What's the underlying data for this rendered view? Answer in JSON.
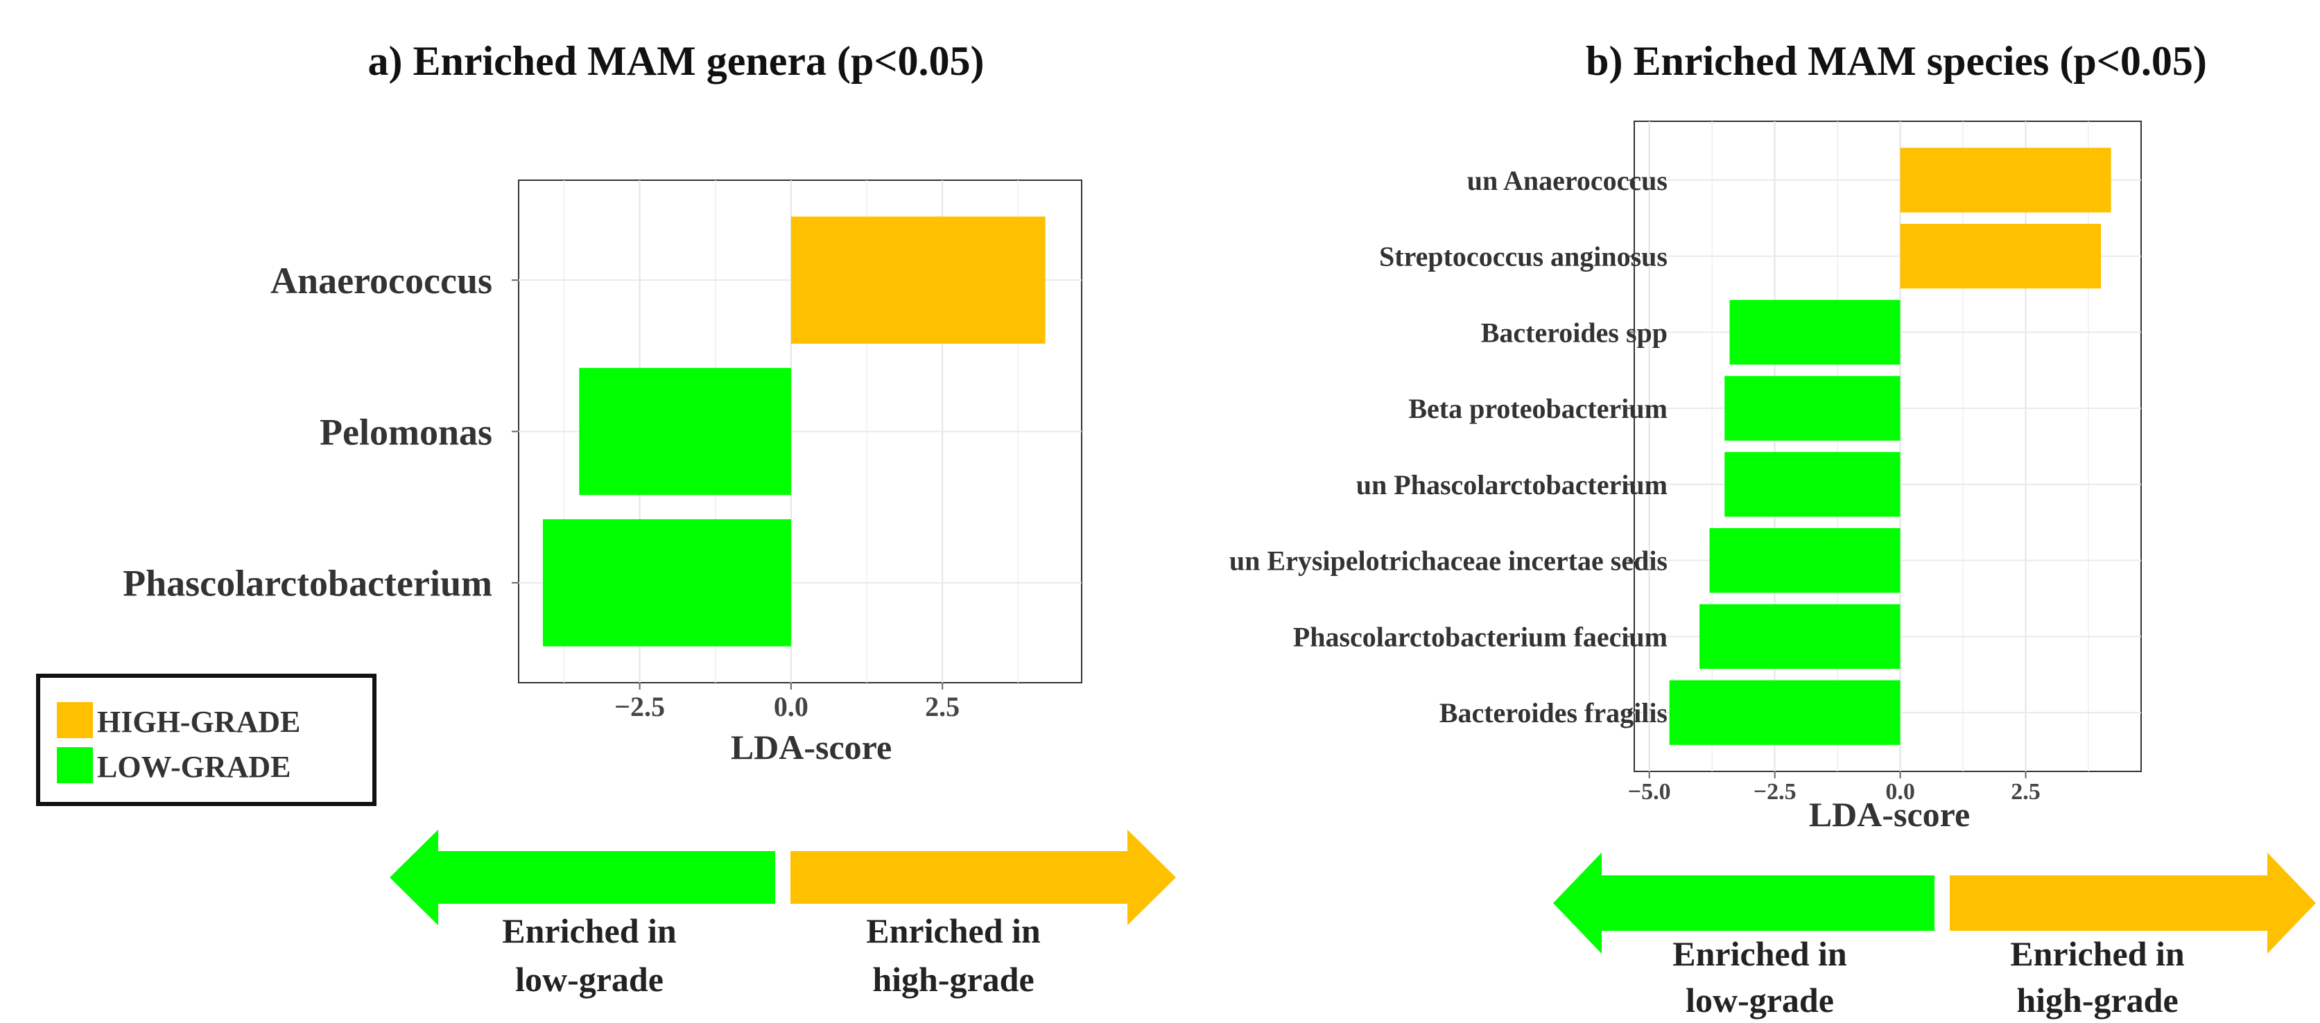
{
  "chart_data": [
    {
      "type": "bar",
      "orientation": "horizontal",
      "title": "a) Enriched MAM genera (p<0.05)",
      "categories": [
        "Anaerococcus",
        "Pelomonas",
        "Phascolarctobacterium"
      ],
      "values": [
        4.2,
        -3.5,
        -4.1
      ],
      "groups": [
        "HIGH-GRADE",
        "LOW-GRADE",
        "LOW-GRADE"
      ],
      "xlabel": "LDA-score",
      "ylabel": "",
      "xlim": [
        -4.5,
        4.8
      ],
      "xticks": [
        -2.5,
        0.0,
        2.5
      ],
      "xtick_labels": [
        "−2.5",
        "0.0",
        "2.5"
      ],
      "grid": true
    },
    {
      "type": "bar",
      "orientation": "horizontal",
      "title": "b) Enriched MAM species (p<0.05)",
      "categories": [
        "un Anaerococcus",
        "Streptococcus anginosus",
        "Bacteroides spp",
        "Beta proteobacterium",
        "un Phascolarctobacterium",
        "un Erysipelotrichaceae incertae sedis",
        "Phascolarctobacterium faecium",
        "Bacteroides fragilis"
      ],
      "values": [
        4.2,
        4.0,
        -3.4,
        -3.5,
        -3.5,
        -3.8,
        -4.0,
        -4.6
      ],
      "groups": [
        "HIGH-GRADE",
        "HIGH-GRADE",
        "LOW-GRADE",
        "LOW-GRADE",
        "LOW-GRADE",
        "LOW-GRADE",
        "LOW-GRADE",
        "LOW-GRADE"
      ],
      "xlabel": "LDA-score",
      "ylabel": "",
      "xlim": [
        -5.3,
        4.8
      ],
      "xticks": [
        -5.0,
        -2.5,
        0.0,
        2.5
      ],
      "xtick_labels": [
        "−5.0",
        "−2.5",
        "0.0",
        "2.5"
      ],
      "grid": true
    }
  ],
  "legend": {
    "placement": "bottom-left",
    "items": [
      {
        "label": "HIGH-GRADE",
        "color": "#FFC000"
      },
      {
        "label": "LOW-GRADE",
        "color": "#00FF00"
      }
    ]
  },
  "arrows": {
    "left": {
      "line1": "Enriched in",
      "line2": "low-grade",
      "color": "#00FF00"
    },
    "right": {
      "line1": "Enriched in",
      "line2": "high-grade",
      "color": "#FFC000"
    }
  },
  "colors": {
    "high": "#FFC000",
    "low": "#00FF00"
  }
}
